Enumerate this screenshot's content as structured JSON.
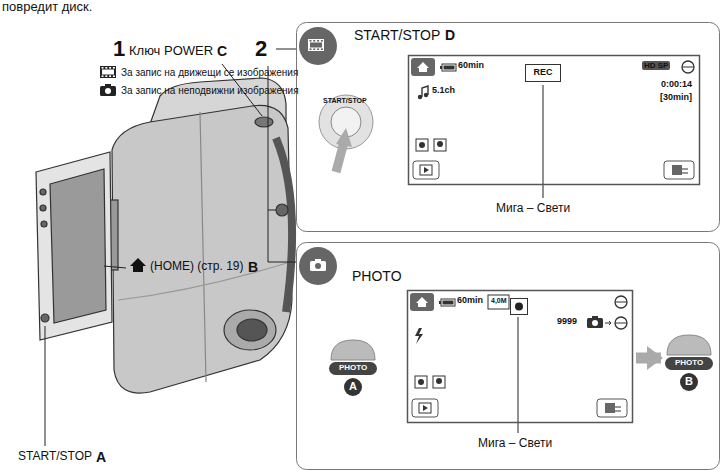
{
  "diagram": {
    "nodes": [
      {
        "text": [
          "START/STOP",
          "D",
          "Мига – Свети"
        ]
      },
      {
        "text": [
          "60min",
          "HD SP",
          "0:00:14",
          "[30min]",
          "5.1ch"
        ],
        "in": 0
      },
      {
        "text": [
          "REC"
        ],
        "in": 1
      },
      {
        "text": [
          "PHOTO",
          "Мига – Свети"
        ]
      },
      {
        "text": [
          "PHOTO",
          "A"
        ],
        "in": 3
      },
      {
        "text": [
          "60min",
          "4,0M",
          "9999"
        ],
        "in": 3
      },
      {
        "text": [
          "PHOTO",
          "B"
        ],
        "in": 3
      }
    ],
    "edges": [
      {
        "from": 5,
        "to": 6,
        "arrow": "to"
      }
    ],
    "labels": [
      "повредит диск.",
      "1",
      "Ключ POWER",
      "C",
      "2",
      "(HOME) (стр. 19)",
      "B",
      "START/STOP",
      "A",
      "START/STOP"
    ],
    "legend": [
      {
        "text": "За запис на движещи се изображения"
      },
      {
        "text": "За запис на неподвижни изображения"
      }
    ]
  }
}
